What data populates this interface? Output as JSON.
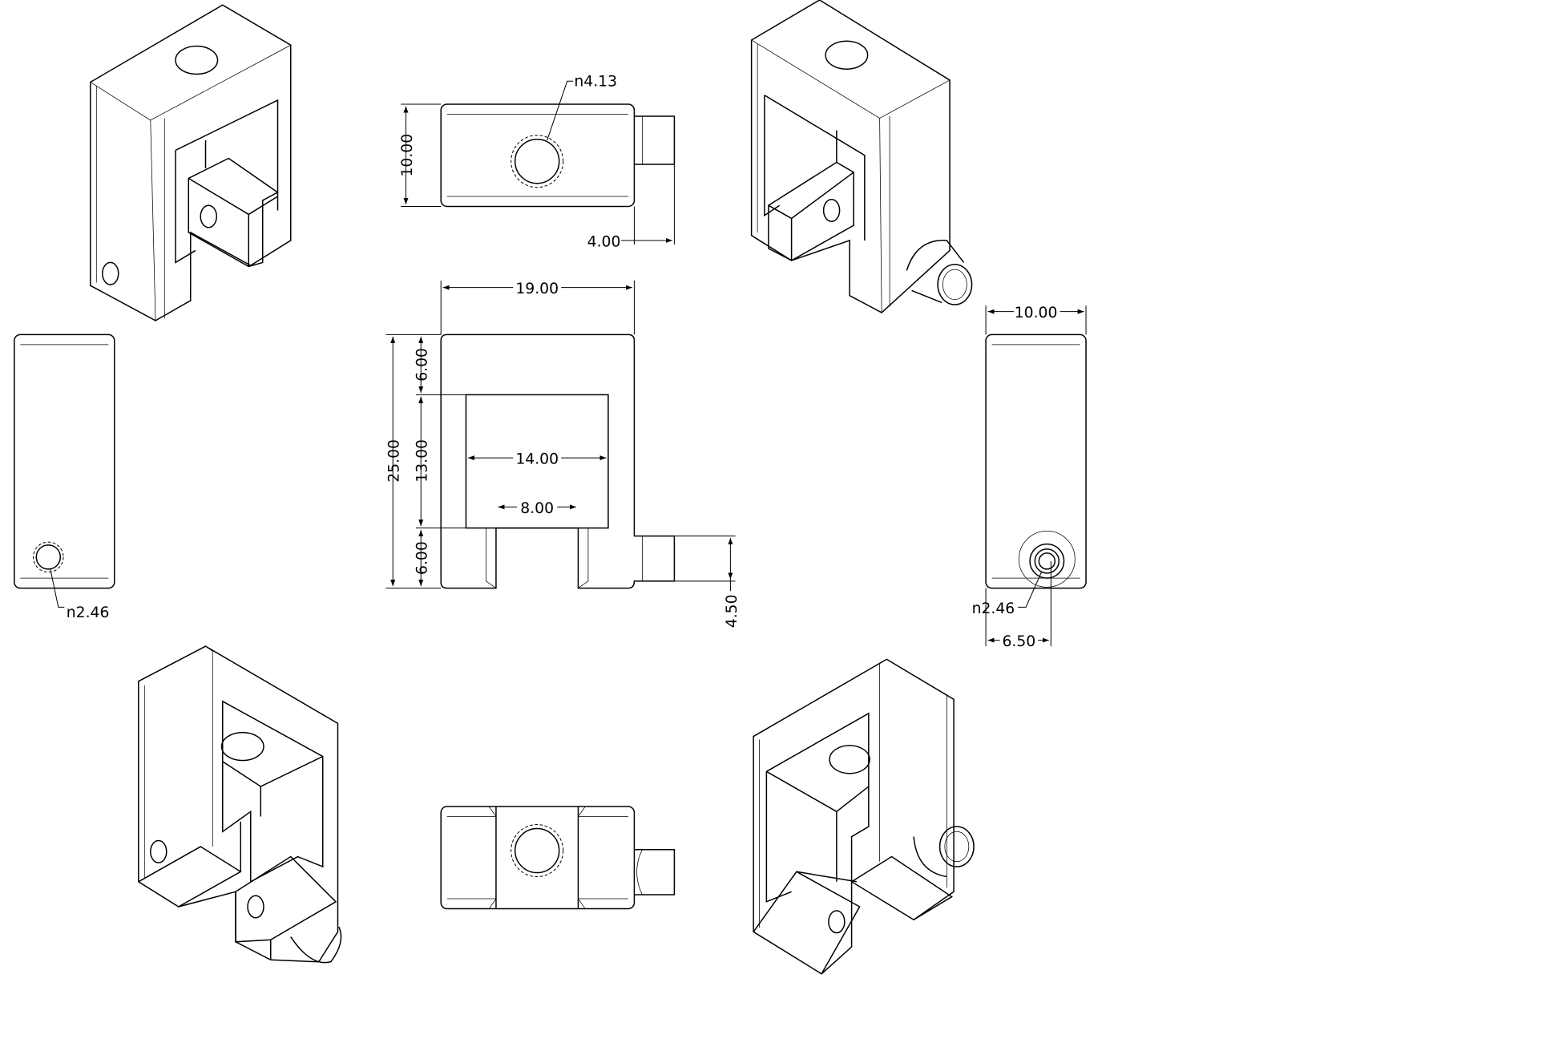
{
  "drawing": {
    "top_view": {
      "hole_label": "n4.13",
      "height_dim": "10.00",
      "boss_dim": "4.00"
    },
    "front_view": {
      "width_dim": "19.00",
      "height_dim": "25.00",
      "top_dim": "6.00",
      "window_height_dim": "13.00",
      "bottom_dim": "6.00",
      "window_width_dim": "14.00",
      "slot_width_dim": "8.00",
      "boss_height_dim": "4.50"
    },
    "left_view": {
      "hole_label": "n2.46"
    },
    "right_view": {
      "width_dim": "10.00",
      "hole_label": "n2.46",
      "hole_offset_dim": "6.50"
    }
  }
}
